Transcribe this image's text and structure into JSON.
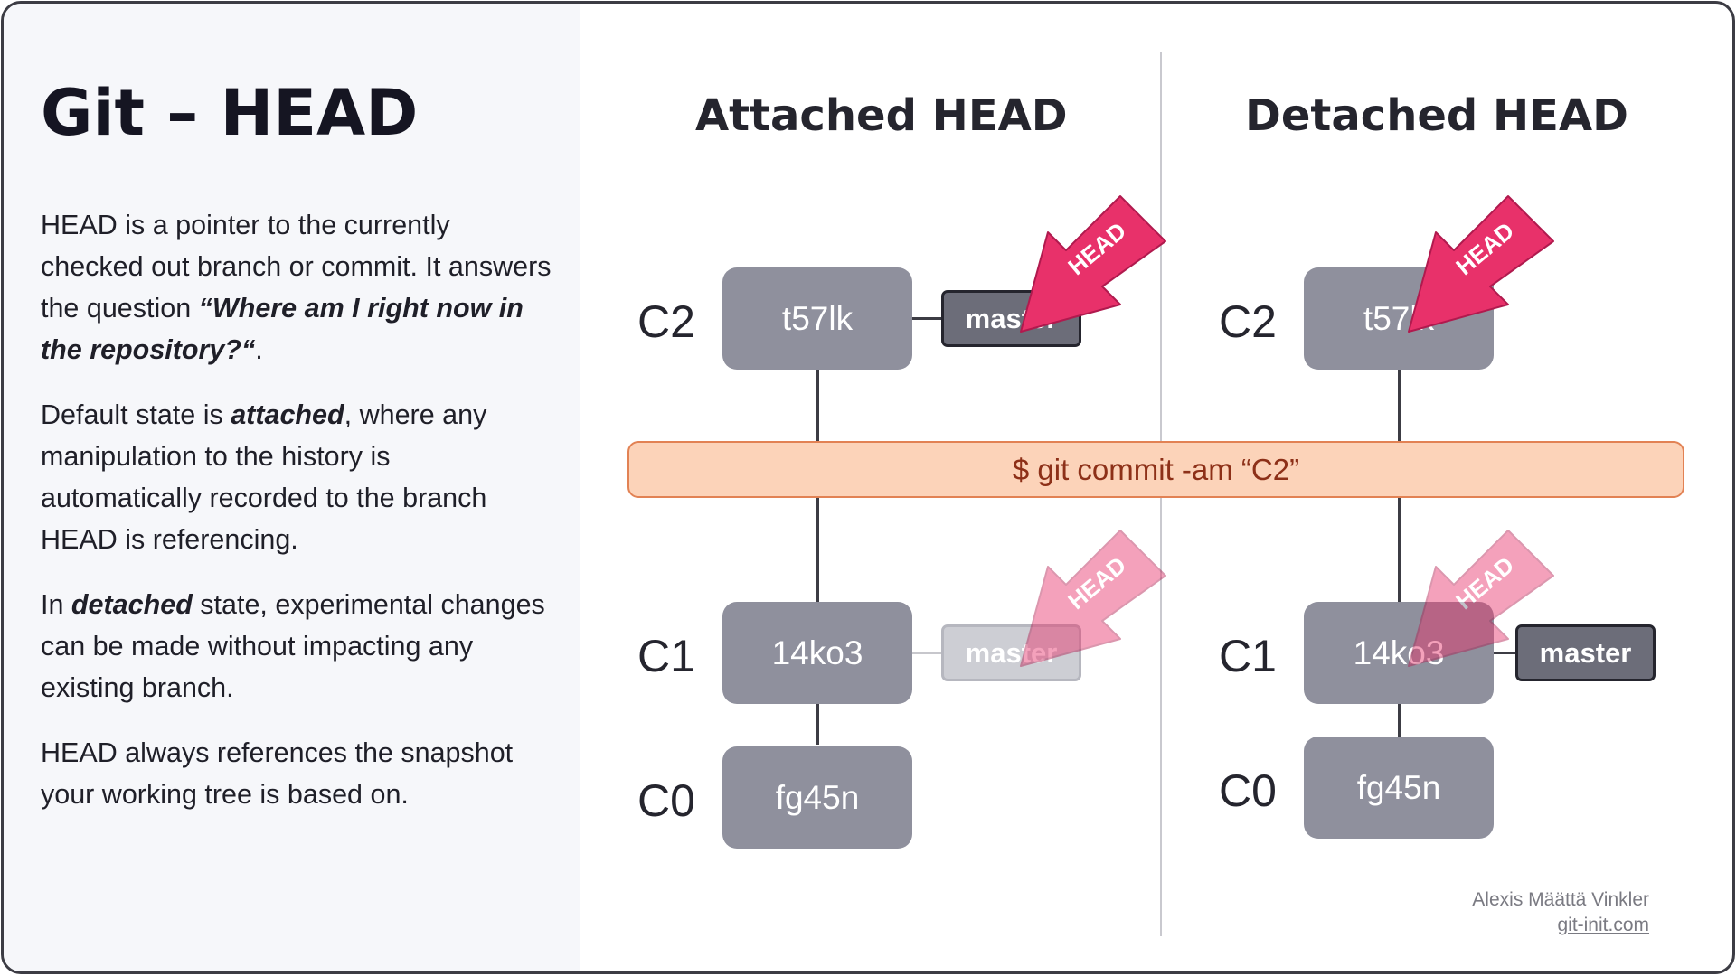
{
  "sidebar": {
    "title": "Git – HEAD",
    "p1": {
      "a": "HEAD is a pointer to the currently checked out branch or commit. It answers the question ",
      "b": "“Where am I right now in the repository?“",
      "c": "."
    },
    "p2": {
      "a": "Default state is ",
      "b": "attached",
      "c": ", where any manipulation to the history is automatically recorded to the branch HEAD is referencing."
    },
    "p3": {
      "a": "In ",
      "b": "detached",
      "c": " state, experimental changes can be made without impacting any existing branch."
    },
    "p4": "HEAD always references the snapshot your working tree is based on."
  },
  "attached": {
    "heading": "Attached HEAD",
    "c2": {
      "label": "C2",
      "hash": "t57lk"
    },
    "c1": {
      "label": "C1",
      "hash": "14ko3"
    },
    "c0": {
      "label": "C0",
      "hash": "fg45n"
    },
    "branch_new": "master",
    "branch_old": "master",
    "head_arrow": "HEAD",
    "head_arrow_old": "HEAD"
  },
  "detached": {
    "heading": "Detached HEAD",
    "c2": {
      "label": "C2",
      "hash": "t57lk"
    },
    "c1": {
      "label": "C1",
      "hash": "14ko3"
    },
    "c0": {
      "label": "C0",
      "hash": "fg45n"
    },
    "branch": "master",
    "head_arrow": "HEAD",
    "head_arrow_old": "HEAD"
  },
  "command": "$ git commit -am “C2”",
  "credit": {
    "author": "Alexis Määttä Vinkler",
    "site": "git-init.com"
  },
  "colors": {
    "commit": "#8f909d",
    "branch": "#6c6d79",
    "head_arrow": "#e8316a",
    "command_bg": "#fcd3b9",
    "command_text": "#8d3018"
  }
}
